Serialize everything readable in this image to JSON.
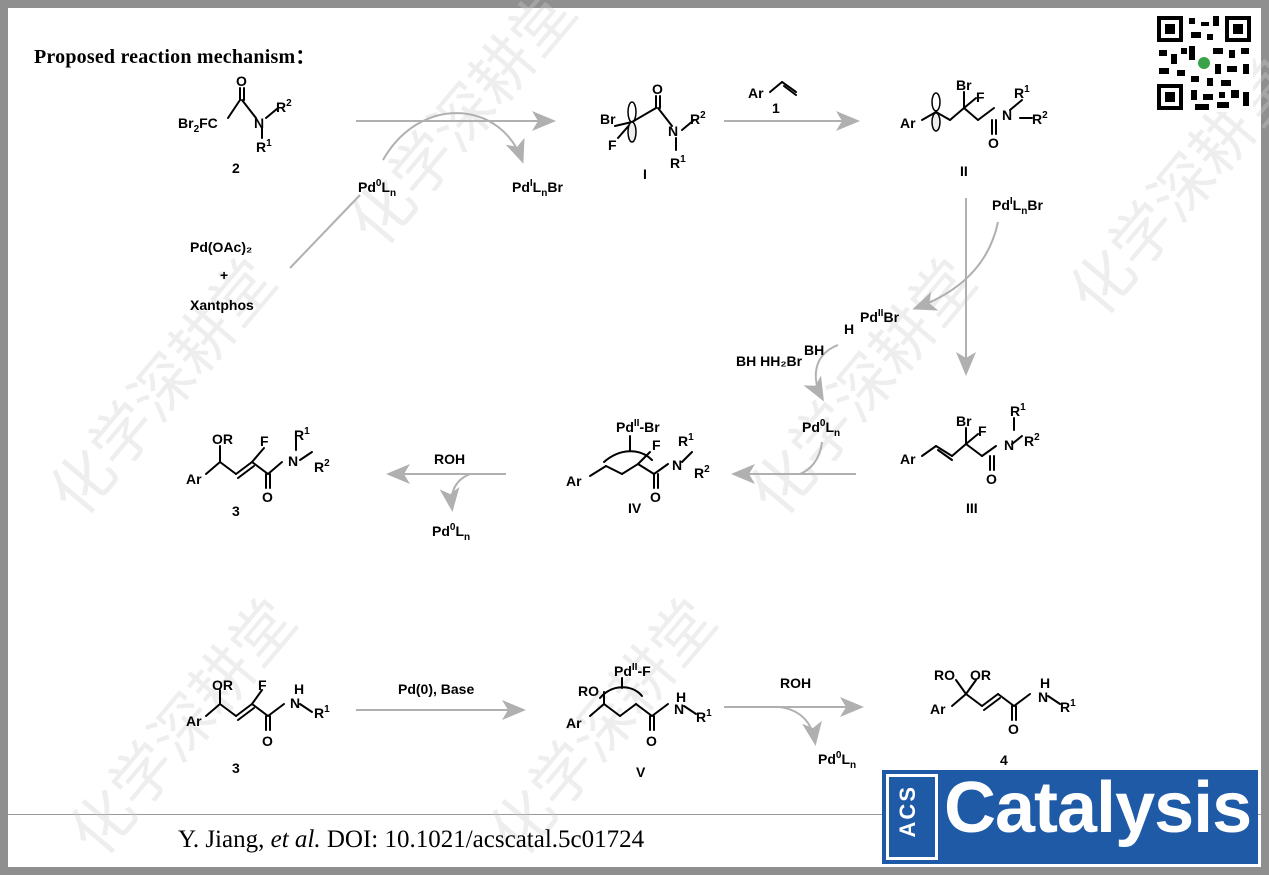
{
  "heading": "Proposed reaction mechanism：",
  "citation": {
    "authors": "Y. Jiang, ",
    "etal": "et al.",
    "doi": " DOI: 10.1021/acscatal.5c01724"
  },
  "compounds": {
    "c2": "2",
    "cI": "I",
    "c1": "1",
    "cII": "II",
    "cIII": "III",
    "cIV": "IV",
    "c3a": "3",
    "c3b": "3",
    "cV": "V",
    "c4": "4"
  },
  "reagents": {
    "pd_oac": "Pd(OAc)₂",
    "plus": "+",
    "xantphos": "Xantphos",
    "bh": "BH HH₂Br",
    "bh2": "BH",
    "roh1": "ROH",
    "roh2": "ROH",
    "pd0_base": "Pd(0), Base"
  },
  "watermark": "化学深耕堂",
  "logo": {
    "acs": "ACS",
    "word": "Catalysis"
  },
  "colors": {
    "arrow": "#b0b0b0",
    "frame": "#8f8f8f",
    "acs_blue": "#1f5aa6"
  }
}
